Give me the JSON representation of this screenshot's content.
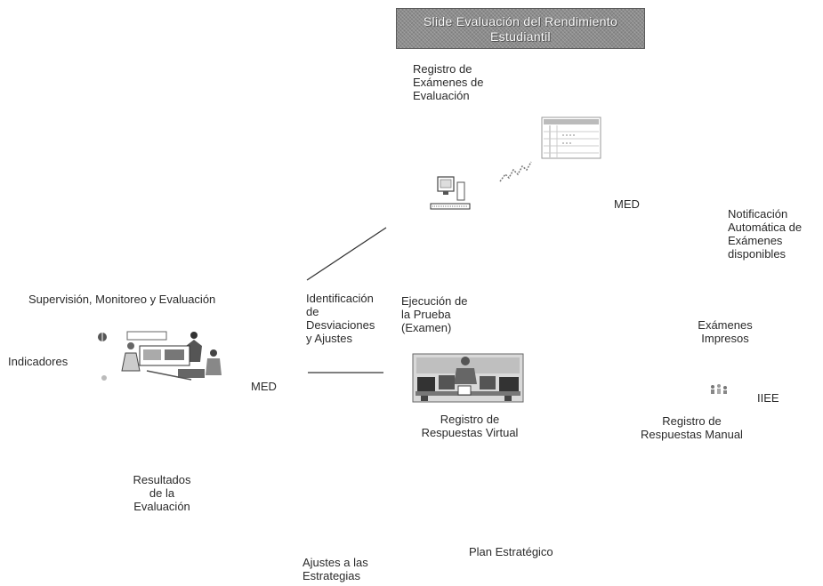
{
  "title": "Slide Evaluación del Rendimiento\nEstudiantil",
  "labels": {
    "registro_examenes": "Registro de\nExámenes de\nEvaluación",
    "med_top": "MED",
    "notificacion": "Notificación\nAutomática de\nExámenes\ndisponibles",
    "supervision": "Supervisión, Monitoreo y  Evaluación",
    "identificacion": "Identificación\nde\nDesviaciones\ny Ajustes",
    "ejecucion": "Ejecución de\nla Prueba\n(Examen)",
    "examenes_impresos": "Exámenes\nImpresos",
    "indicadores": "Indicadores",
    "med_left": "MED",
    "iiee": "IIEE",
    "registro_virtual": "Registro de\nRespuestas  Virtual",
    "registro_manual": "Registro de\nRespuestas Manual",
    "resultados": "Resultados\nde la\nEvaluación",
    "plan": "Plan Estratégico",
    "ajustes": "Ajustes a las\nEstrategias"
  },
  "colors": {
    "banner": "#8d8d8d",
    "text": "#2a2a2a",
    "line": "#333333"
  },
  "icons": [
    "document-table-icon",
    "network-wave-icon",
    "computer-workstation-icon",
    "office-meeting-icon",
    "classroom-computers-icon",
    "small-people-icon"
  ]
}
